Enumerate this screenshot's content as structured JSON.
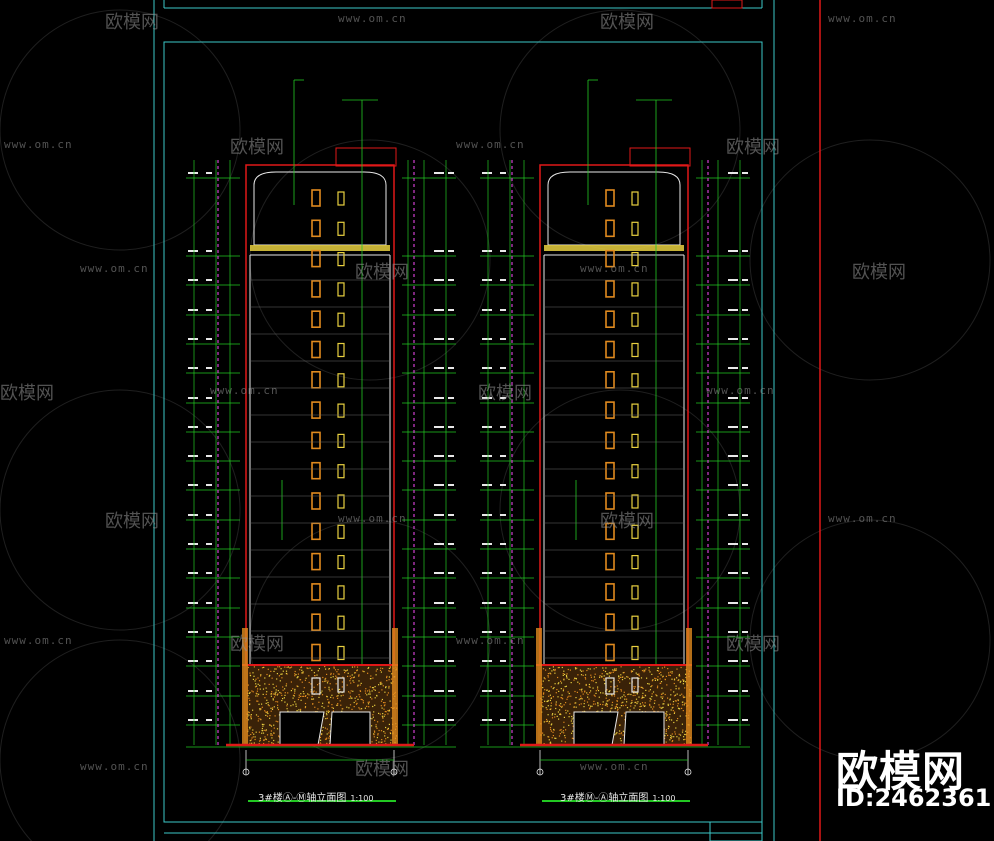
{
  "drawings": [
    {
      "title": "3#楼Ⓐ-Ⓜ轴立面图",
      "scale": "1:100"
    },
    {
      "title": "3#楼Ⓜ-Ⓐ轴立面图",
      "scale": "1:100"
    }
  ],
  "watermark": {
    "brand": "欧模网",
    "url": "www.om.cn",
    "id": "ID:2462361"
  },
  "colors": {
    "frame": "#3cc8c8",
    "redline": "#e01818",
    "green": "#22c822",
    "orange": "#e08a1e",
    "yellow": "#e8d040",
    "magenta": "#d040d0",
    "white": "#e8e8e8"
  }
}
